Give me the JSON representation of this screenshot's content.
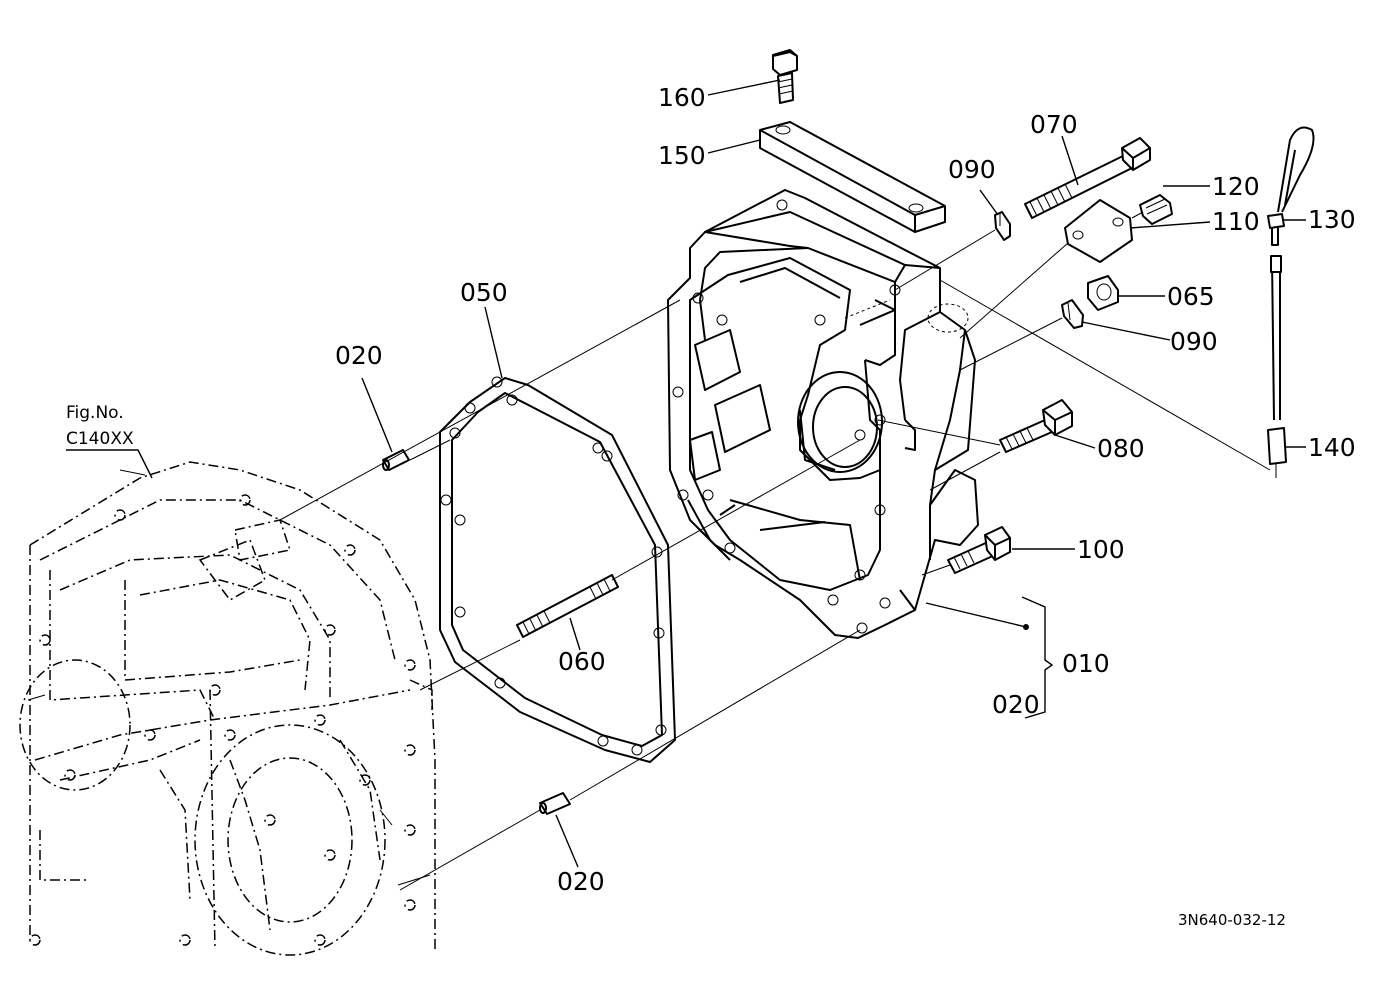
{
  "figure_ref": {
    "line1": "Fig.No.",
    "line2": "C140XX"
  },
  "labels": {
    "p160": "160",
    "p150": "150",
    "p070": "070",
    "p090a": "090",
    "p120": "120",
    "p110": "110",
    "p130": "130",
    "p065": "065",
    "p090b": "090",
    "p050": "050",
    "p020a": "020",
    "p080": "080",
    "p140": "140",
    "p100": "100",
    "p060": "060",
    "p010": "010",
    "p020b": "020",
    "p020c": "020"
  },
  "drawing_code": "3N640-032-12"
}
